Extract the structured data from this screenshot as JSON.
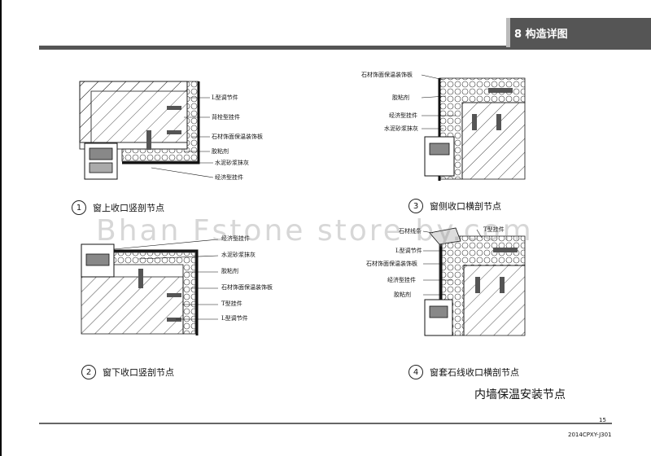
{
  "header": {
    "section_title": "8 构造详图"
  },
  "details": [
    {
      "number": "1",
      "caption": "窗上收口竖剖节点",
      "labels": [
        "L型调节件",
        "背栓型挂件",
        "石材饰面保温装饰板",
        "胶粘剂",
        "水泥砂浆抹灰",
        "经济型挂件"
      ]
    },
    {
      "number": "2",
      "caption": "窗下收口竖剖节点",
      "labels": [
        "经济型挂件",
        "水泥砂浆抹灰",
        "胶粘剂",
        "石材饰面保温装饰板",
        "T型挂件",
        "L型调节件"
      ]
    },
    {
      "number": "3",
      "caption": "窗侧收口横剖节点",
      "labels": [
        "石材饰面保温装饰板",
        "胶粘剂",
        "经济型挂件",
        "水泥砂浆抹灰"
      ]
    },
    {
      "number": "4",
      "caption": "窗套石线收口横剖节点",
      "labels": [
        "石材线条",
        "T型挂件",
        "L型调节件",
        "石材饰面保温装饰板",
        "经济型挂件",
        "胶粘剂"
      ]
    }
  ],
  "sheet_title": "内墙保温安装节点",
  "page_number": "15",
  "drawing_code": "2014CPXY-J301",
  "watermark": "Bhan Fstone store by.com",
  "colors": {
    "header_band": "#555555",
    "watermark": "#8c8c8c"
  }
}
